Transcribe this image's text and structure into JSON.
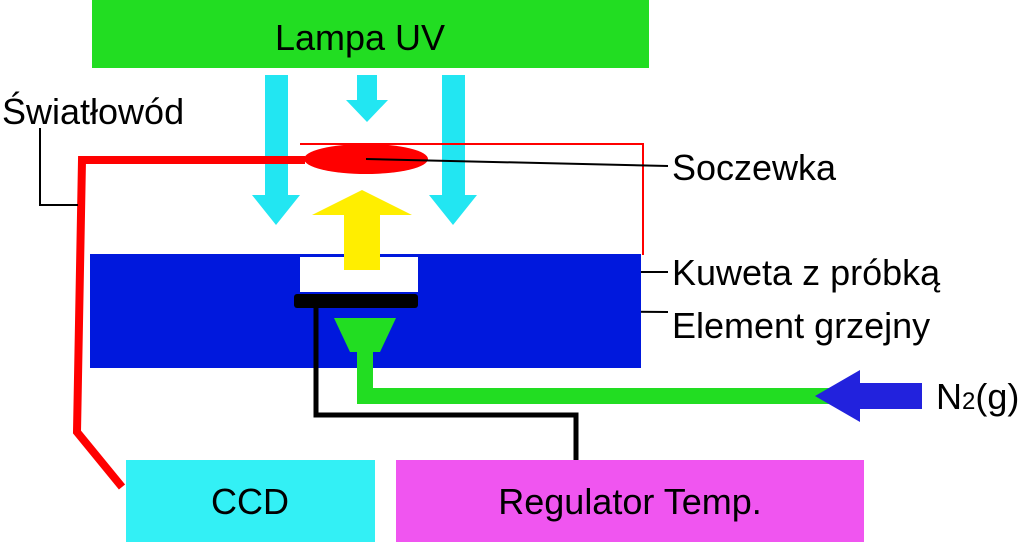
{
  "labels": {
    "lamp": "Lampa UV",
    "fiber": "Światłowód",
    "lens": "Soczewka",
    "cuvette": "Kuweta z próbką",
    "heater": "Element grzejny",
    "gas_main": "N",
    "gas_sub": "2",
    "gas_suffix": "(g)",
    "ccd": "CCD",
    "regulator": "Regulator Temp."
  },
  "colors": {
    "lamp": "#22dd22",
    "uv_arrow": "#22e6f2",
    "fiber": "#ff0000",
    "lens": "#ff0000",
    "chamber": "#0018dd",
    "yellow_arrow": "#ffee00",
    "heater": "#000000",
    "gas_line": "#22dd22",
    "gas_arrow": "#2222dd",
    "ccd_box": "#33f0f5",
    "regulator_box": "#f055f0",
    "wire": "#000000"
  }
}
